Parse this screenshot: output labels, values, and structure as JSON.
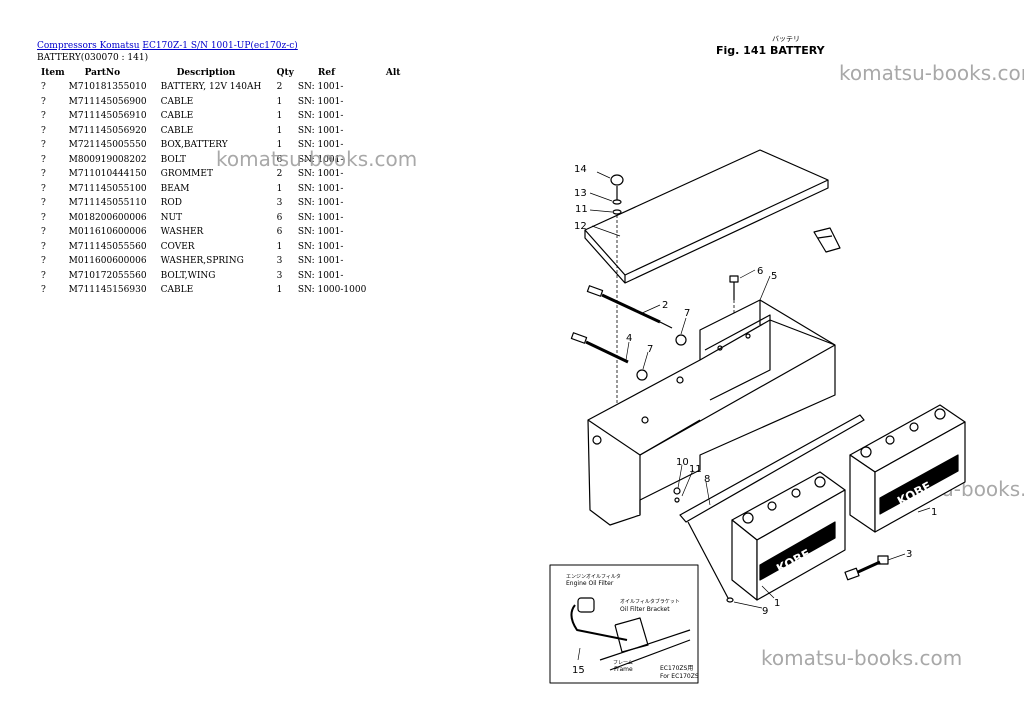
{
  "breadcrumb": {
    "link1": "Compressors Komatsu",
    "link2": "EC170Z-1 S/N 1001-UP(ec170z-c)"
  },
  "subtitle": "BATTERY(030070 : 141)",
  "table": {
    "headers": {
      "item": "Item",
      "partno": "PartNo",
      "description": "Description",
      "qty": "Qty",
      "ref": "Ref",
      "alt": "Alt"
    },
    "rows": [
      {
        "item": "?",
        "partno": "M710181355010",
        "description": "BATTERY, 12V 140AH",
        "qty": "2",
        "ref": "SN: 1001-",
        "alt": ""
      },
      {
        "item": "?",
        "partno": "M711145056900",
        "description": "CABLE",
        "qty": "1",
        "ref": "SN: 1001-",
        "alt": ""
      },
      {
        "item": "?",
        "partno": "M711145056910",
        "description": "CABLE",
        "qty": "1",
        "ref": "SN: 1001-",
        "alt": ""
      },
      {
        "item": "?",
        "partno": "M711145056920",
        "description": "CABLE",
        "qty": "1",
        "ref": "SN: 1001-",
        "alt": ""
      },
      {
        "item": "?",
        "partno": "M721145005550",
        "description": "BOX,BATTERY",
        "qty": "1",
        "ref": "SN: 1001-",
        "alt": ""
      },
      {
        "item": "?",
        "partno": "M800919008202",
        "description": "BOLT",
        "qty": "6",
        "ref": "SN: 1001-",
        "alt": ""
      },
      {
        "item": "?",
        "partno": "M711010444150",
        "description": "GROMMET",
        "qty": "2",
        "ref": "SN: 1001-",
        "alt": ""
      },
      {
        "item": "?",
        "partno": "M711145055100",
        "description": "BEAM",
        "qty": "1",
        "ref": "SN: 1001-",
        "alt": ""
      },
      {
        "item": "?",
        "partno": "M711145055110",
        "description": "ROD",
        "qty": "3",
        "ref": "SN: 1001-",
        "alt": ""
      },
      {
        "item": "?",
        "partno": "M018200600006",
        "description": "NUT",
        "qty": "6",
        "ref": "SN: 1001-",
        "alt": ""
      },
      {
        "item": "?",
        "partno": "M011610600006",
        "description": "WASHER",
        "qty": "6",
        "ref": "SN: 1001-",
        "alt": ""
      },
      {
        "item": "?",
        "partno": "M711145055560",
        "description": "COVER",
        "qty": "1",
        "ref": "SN: 1001-",
        "alt": ""
      },
      {
        "item": "?",
        "partno": "M011600600006",
        "description": "WASHER,SPRING",
        "qty": "3",
        "ref": "SN: 1001-",
        "alt": ""
      },
      {
        "item": "?",
        "partno": "M710172055560",
        "description": "BOLT,WING",
        "qty": "3",
        "ref": "SN: 1001-",
        "alt": ""
      },
      {
        "item": "?",
        "partno": "M711145156930",
        "description": "CABLE",
        "qty": "1",
        "ref": "SN: 1000-1000",
        "alt": ""
      }
    ]
  },
  "figure": {
    "title": "Fig. 141  BATTERY",
    "kana": "バッテリ",
    "callouts": [
      "14",
      "13",
      "11",
      "12",
      "6",
      "5",
      "2",
      "7",
      "4",
      "7",
      "10",
      "11",
      "8",
      "1",
      "3",
      "9",
      "1",
      "15"
    ],
    "brand": "KOBE",
    "inset": {
      "engine_oil_filter_jp": "エンジンオイルフィルタ",
      "engine_oil_filter": "Engine Oil Filter",
      "oil_filter_bracket_jp": "オイルフィルタブラケット",
      "oil_filter_bracket": "Oil Filter Bracket",
      "frame_jp": "フレーム",
      "frame": "Frame",
      "model_jp": "EC170ZS用",
      "model": "For EC170ZS"
    }
  },
  "watermark": "komatsu-books.com"
}
